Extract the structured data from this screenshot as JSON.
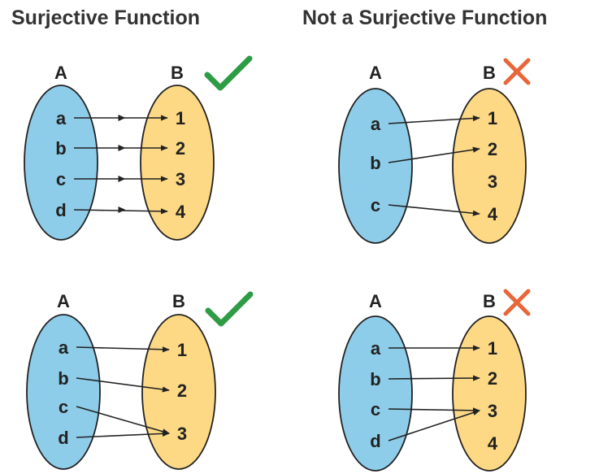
{
  "headings": {
    "left": "Surjective Function",
    "right": "Not a Surjective Function"
  },
  "colors": {
    "set_a_fill": "#8ecde9",
    "set_b_fill": "#fdd885",
    "outline": "#222222",
    "check": "#2e9b45",
    "cross": "#e8663a"
  },
  "diagrams": [
    {
      "id": "top-left",
      "set_a_label": "A",
      "set_b_label": "B",
      "status_icon": "check-icon",
      "a": [
        "a",
        "b",
        "c",
        "d"
      ],
      "b": [
        "1",
        "2",
        "3",
        "4"
      ],
      "arrows": [
        [
          "a",
          "1"
        ],
        [
          "b",
          "2"
        ],
        [
          "c",
          "3"
        ],
        [
          "d",
          "4"
        ]
      ]
    },
    {
      "id": "top-right",
      "set_a_label": "A",
      "set_b_label": "B",
      "status_icon": "cross-icon",
      "a": [
        "a",
        "b",
        "c"
      ],
      "b": [
        "1",
        "2",
        "3",
        "4"
      ],
      "arrows": [
        [
          "a",
          "1"
        ],
        [
          "b",
          "2"
        ],
        [
          "c",
          "4"
        ]
      ]
    },
    {
      "id": "bottom-left",
      "set_a_label": "A",
      "set_b_label": "B",
      "status_icon": "check-icon",
      "a": [
        "a",
        "b",
        "c",
        "d"
      ],
      "b": [
        "1",
        "2",
        "3"
      ],
      "arrows": [
        [
          "a",
          "1"
        ],
        [
          "b",
          "2"
        ],
        [
          "c",
          "3"
        ],
        [
          "d",
          "3"
        ]
      ]
    },
    {
      "id": "bottom-right",
      "set_a_label": "A",
      "set_b_label": "B",
      "status_icon": "cross-icon",
      "a": [
        "a",
        "b",
        "c",
        "d"
      ],
      "b": [
        "1",
        "2",
        "3",
        "4"
      ],
      "arrows": [
        [
          "a",
          "1"
        ],
        [
          "b",
          "2"
        ],
        [
          "c",
          "3"
        ],
        [
          "d",
          "3"
        ]
      ]
    }
  ]
}
